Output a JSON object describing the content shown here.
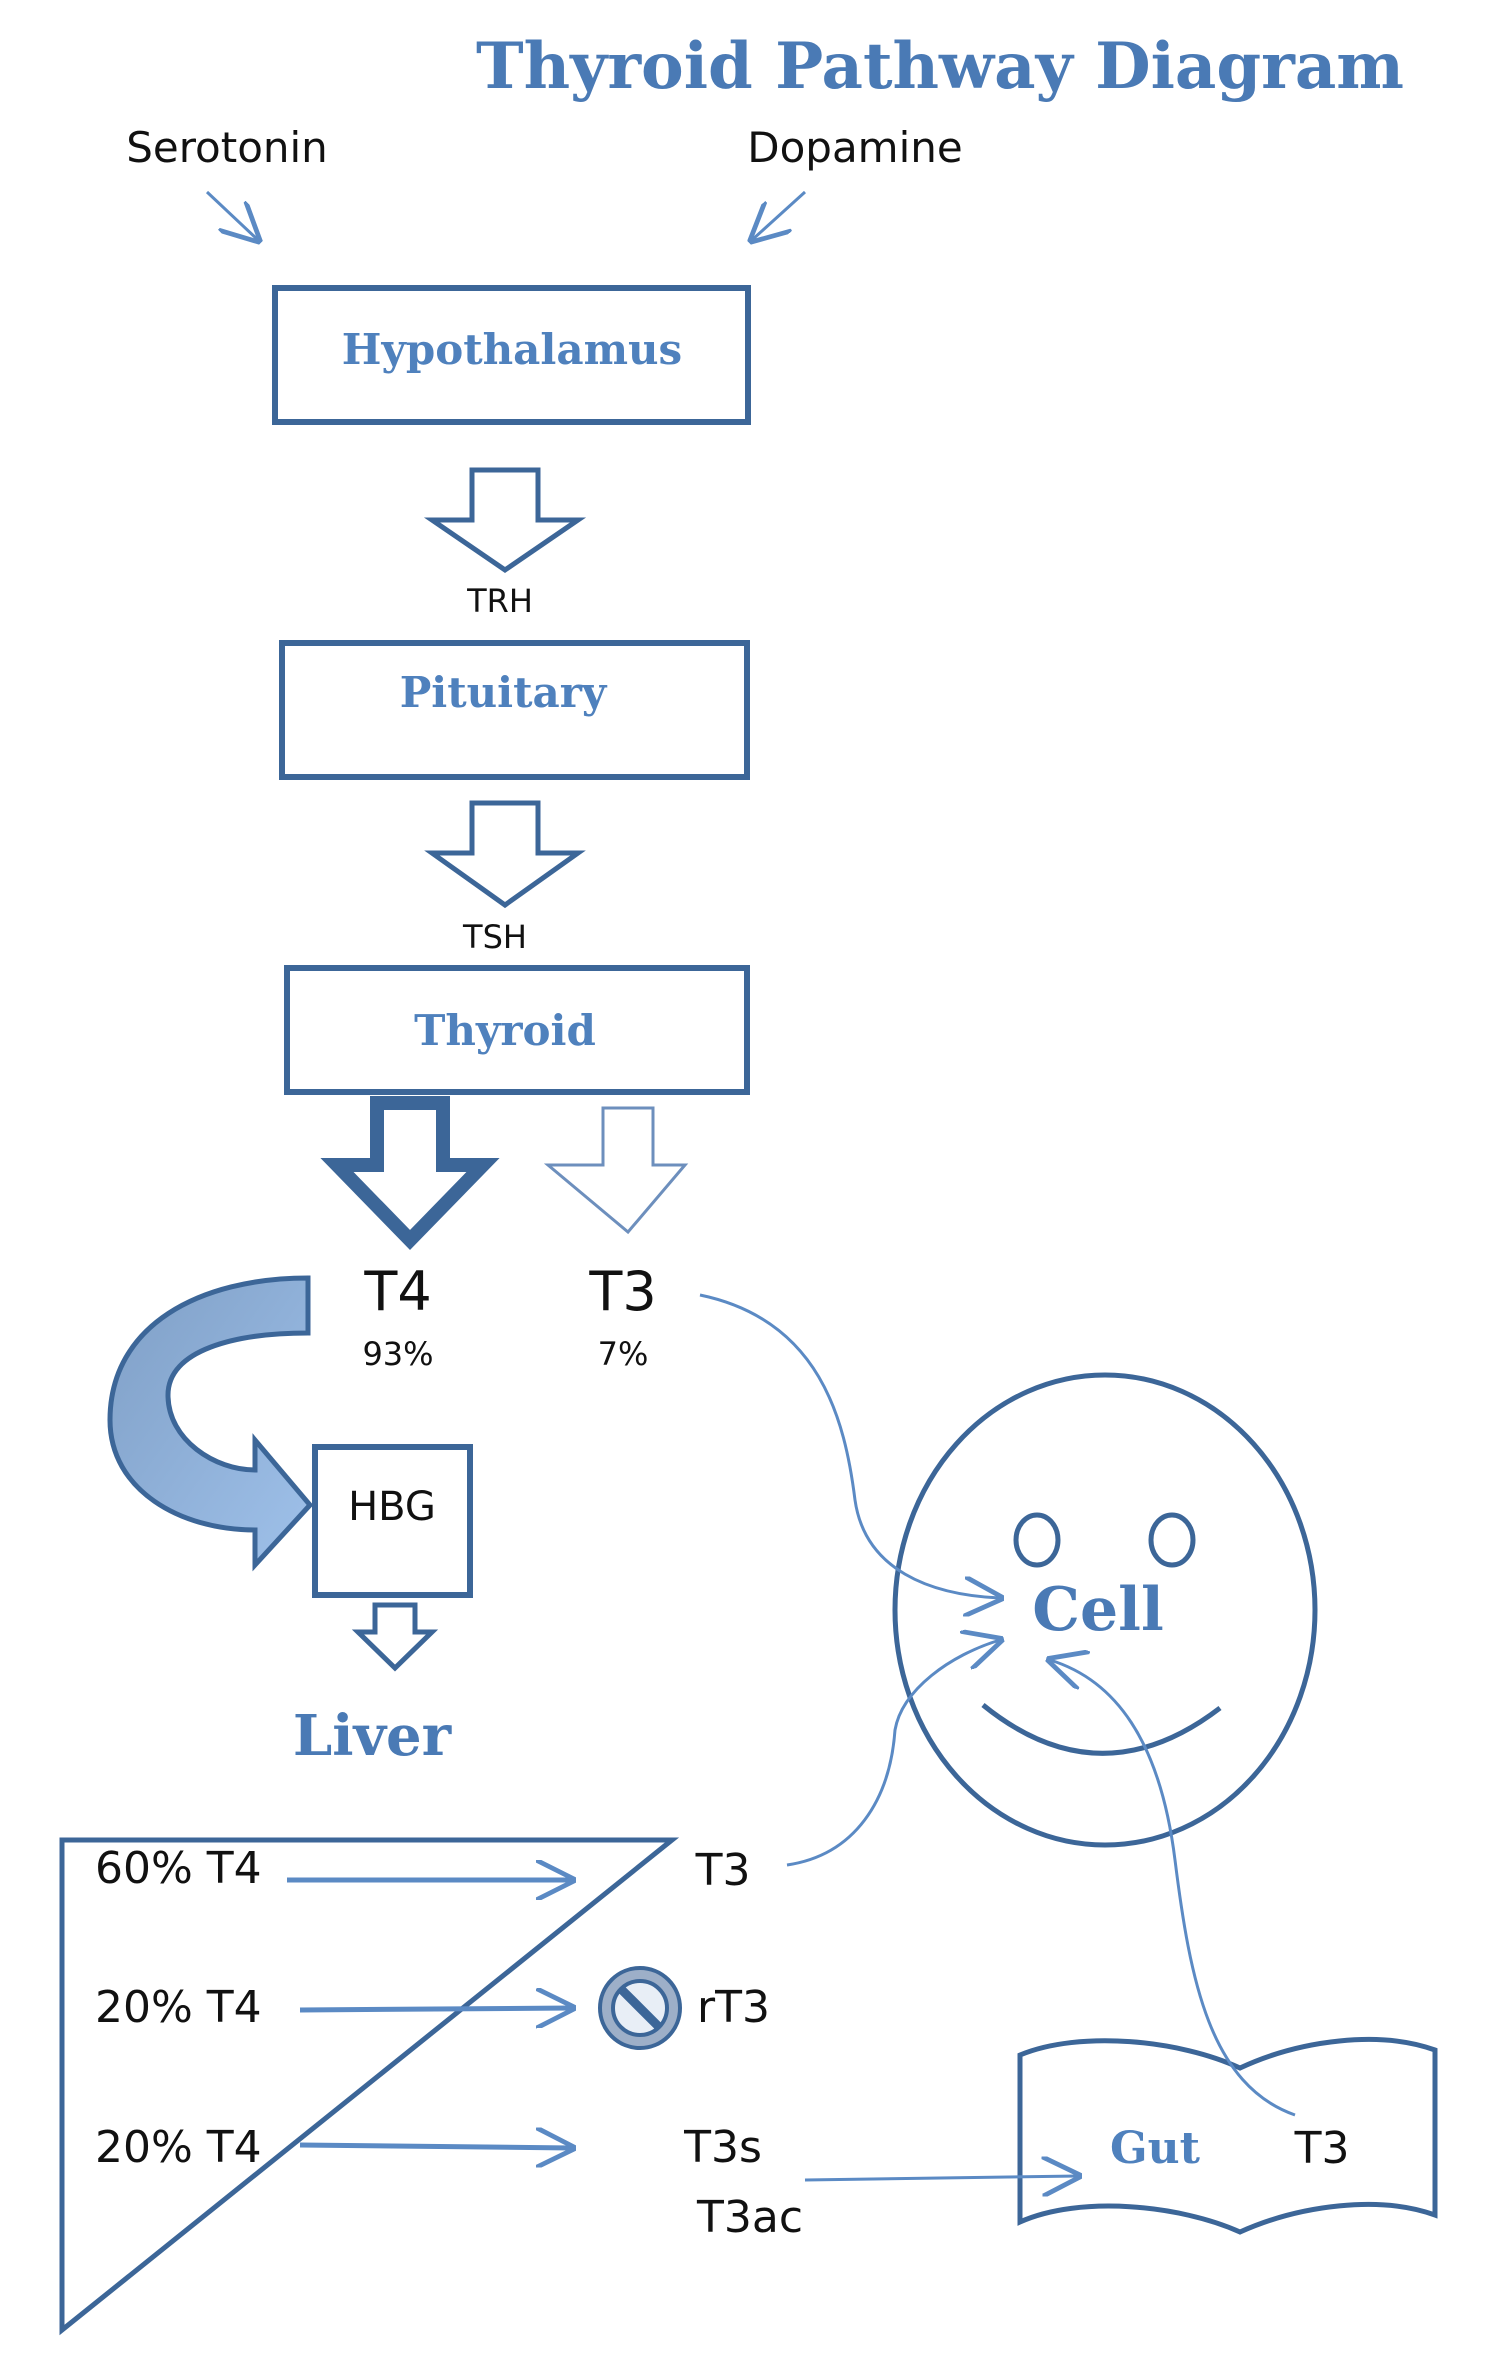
{
  "title": "Thyroid Pathway Diagram",
  "inputs": {
    "left": "Serotonin",
    "right": "Dopamine"
  },
  "boxes": {
    "hypothalamus": "Hypothalamus",
    "pituitary": "Pituitary",
    "thyroid": "Thyroid"
  },
  "hormones": {
    "trh": "TRH",
    "tsh": "TSH",
    "t4": {
      "label": "T4",
      "percent": "93%"
    },
    "t3": {
      "label": "T3",
      "percent": "7%"
    }
  },
  "hbg": "HBG",
  "liver": "Liver",
  "conversion": {
    "rows": [
      {
        "source": "60% T4",
        "product": "T3"
      },
      {
        "source": "20% T4",
        "product": "rT3"
      },
      {
        "source": "20% T4",
        "product": "T3s",
        "product2": "T3ac"
      }
    ]
  },
  "cell": "Cell",
  "gut": {
    "label": "Gut",
    "product": "T3"
  },
  "colors": {
    "accent": "#4f81bd",
    "outline": "#3c6698",
    "connector": "#5b8ac4"
  }
}
